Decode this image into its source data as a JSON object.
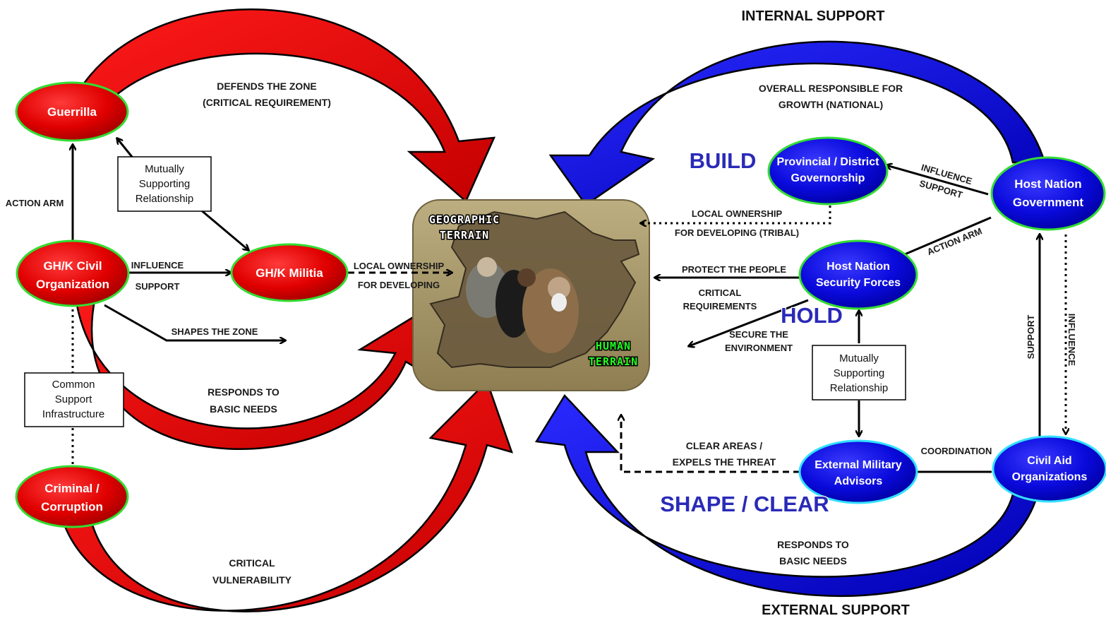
{
  "headings": {
    "internal_support": "INTERNAL SUPPORT",
    "external_support": "EXTERNAL SUPPORT"
  },
  "center": {
    "geographic_terrain": [
      "GEOGRAPHIC",
      "TERRAIN"
    ],
    "human_terrain": [
      "HUMAN",
      "TERRAIN"
    ]
  },
  "left": {
    "nodes": {
      "guerrilla": [
        "Guerrilla"
      ],
      "civil_org": [
        "GH/K Civil",
        "Organization"
      ],
      "militia": [
        "GH/K Militia"
      ],
      "criminal": [
        "Criminal /",
        "Corruption"
      ]
    },
    "boxes": {
      "mutual": [
        "Mutually",
        "Supporting",
        "Relationship"
      ],
      "common": [
        "Common",
        "Support",
        "Infrastructure"
      ]
    },
    "labels": {
      "defends": [
        "DEFENDS THE ZONE",
        "(CRITICAL  REQUIREMENT)"
      ],
      "action_arm": "ACTION ARM",
      "influence": "INFLUENCE",
      "support": "SUPPORT",
      "local_ownership": "LOCAL OWNERSHIP",
      "for_developing": "FOR DEVELOPING",
      "shapes_zone": "SHAPES THE ZONE",
      "responds": [
        "RESPONDS TO",
        "BASIC NEEDS"
      ],
      "critical_vuln": [
        "CRITICAL",
        "VULNERABILITY"
      ]
    }
  },
  "right": {
    "nodes": {
      "provincial": [
        "Provincial / District",
        "Governorship"
      ],
      "host_gov": [
        "Host Nation",
        "Government"
      ],
      "security": [
        "Host Nation",
        "Security Forces"
      ],
      "advisors": [
        "External Military",
        "Advisors"
      ],
      "civil_aid": [
        "Civil Aid",
        "Organizations"
      ]
    },
    "boxes": {
      "mutual": [
        "Mutually",
        "Supporting",
        "Relationship"
      ]
    },
    "phases": {
      "build": "BUILD",
      "hold": "HOLD",
      "shape_clear": "SHAPE / CLEAR"
    },
    "labels": {
      "overall": [
        "OVERALL RESPONSIBLE FOR",
        "GROWTH (NATIONAL)"
      ],
      "influence": "INFLUENCE",
      "support": "SUPPORT",
      "local_ownership": "LOCAL OWNERSHIP",
      "for_developing_tribal": "FOR DEVELOPING (TRIBAL)",
      "action_arm": "ACTION ARM",
      "protect": "PROTECT THE PEOPLE",
      "critical_req": [
        "CRITICAL",
        "REQUIREMENTS"
      ],
      "secure": [
        "SECURE THE",
        "ENVIRONMENT"
      ],
      "clear_areas": [
        "CLEAR AREAS /",
        "EXPELS THE THREAT"
      ],
      "coordination": "COORDINATION",
      "support_v": "SUPPORT",
      "influence_v": "INFLUENCE",
      "responds": [
        "RESPONDS TO",
        "BASIC NEEDS"
      ]
    }
  },
  "colors": {
    "insurgent_red": "#e60000",
    "government_blue": "#1010d8",
    "node_outline_green": "#33dd33",
    "node_outline_cyan": "#33e0ff",
    "terrain_tan": "#a6956a"
  }
}
